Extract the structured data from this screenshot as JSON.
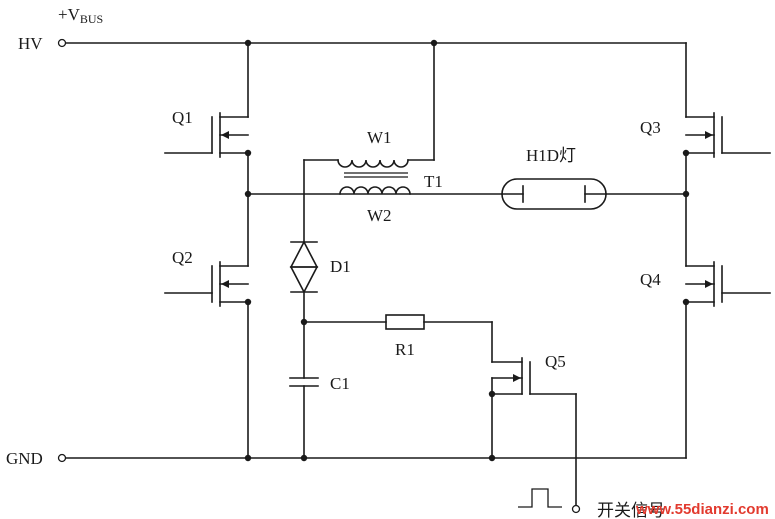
{
  "labels": {
    "vbus_plus": "+V",
    "vbus_sub": "BUS",
    "hv": "HV",
    "gnd": "GND",
    "q1": "Q1",
    "q2": "Q2",
    "q3": "Q3",
    "q4": "Q4",
    "q5": "Q5",
    "w1": "W1",
    "w2": "W2",
    "t1": "T1",
    "lamp": "H1D灯",
    "d1": "D1",
    "r1": "R1",
    "c1": "C1",
    "switch_signal": "开关信号"
  },
  "watermark": {
    "text": "www.55dianzi.com",
    "color": "#e23a2e"
  }
}
